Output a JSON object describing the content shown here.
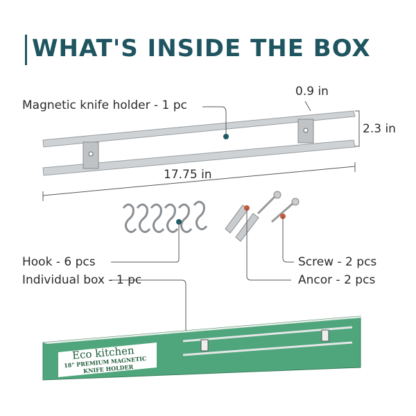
{
  "title": "WHAT'S INSIDE THE BOX",
  "labels": {
    "knife_holder": "Magnetic knife holder - 1 pc",
    "depth": "0.9 in",
    "height": "2.3 in",
    "length": "17.75 in",
    "hook": "Hook - 6 pcs",
    "box": "Individual box - 1 pc",
    "screw": "Screw - 2 pcs",
    "anchor": "Ancor - 2 pcs"
  },
  "package": {
    "brand": "Eco kitchen",
    "line1": "18\" PREMIUM MAGNETIC",
    "line2": "KNIFE HOLDER"
  },
  "colors": {
    "title": "#1f5560",
    "box_green": "#4fa57c",
    "dot": "#1d5a63"
  }
}
